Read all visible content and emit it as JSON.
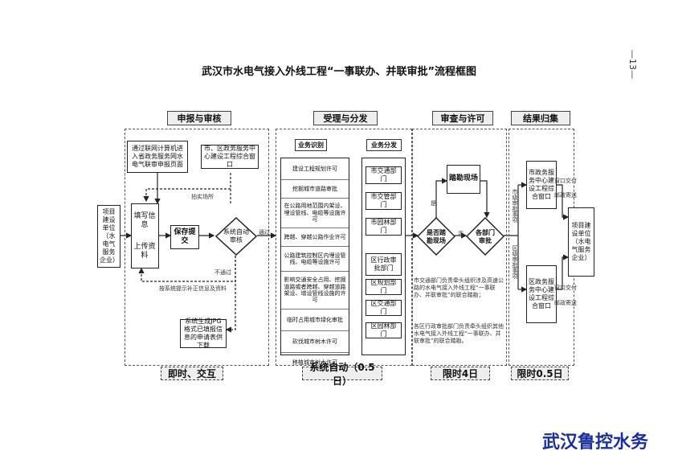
{
  "title": "武汉市水电气接入外线工程“一事联办、并联审批”流程框图",
  "page_number": "—13—",
  "stages": {
    "s1": "申报与审核",
    "s2": "受理与分发",
    "s3": "审查与许可",
    "s4": "结果归集"
  },
  "footers": {
    "f1": "即时、交互",
    "f2": "系统自动（0.5日）",
    "f3": "限时4日",
    "f4": "限时0.5日"
  },
  "nodes": {
    "applicant_left": "项目建设单位（水电气服务企业）",
    "online_entry": "通过联网计算机进入省政务服务网水电气联审申报页面",
    "service_center": "市、区政务服务中心建设工程综合窗口",
    "fill_info": "填写信息",
    "upload": "上传资料",
    "save_submit": "保存提交",
    "auto_review": "系统自动审核",
    "jpg_gen": "系统生成JPG格式已填报信息的申请表供下载",
    "site_survey_q": "是否踏勘现场",
    "site_survey": "踏勘现场",
    "dept_review": "各部门审批",
    "city_window": "市政务服务中心建设工程综合窗口",
    "district_window": "区政务服务中心建设工程综合窗口",
    "applicant_right": "项目建设单位（水电气服务企业）"
  },
  "identify": {
    "head": "业务识别",
    "items": [
      "建设工程规划许可",
      "挖掘城市道路审批",
      "在公路用地范围内架设、埋设管线、电缆等设施许可",
      "跨越、穿越公路作业许可",
      "公路建筑控制区内埋设管线、电缆等设施许可",
      "影响交通安全占用、挖掘道路或者跨越、穿越道路架设、增设管线设施的许可",
      "临时占用城市绿化审批",
      "砍伐城市树木许可",
      "移植城市树木许可"
    ]
  },
  "dispatch": {
    "head": "业务分发",
    "items": [
      "市交通部门",
      "市交管部门",
      "市园林部门",
      "区行政审批部门",
      "区规划部门",
      "区交通部门",
      "区园林部门"
    ]
  },
  "labels": {
    "pass": "通过",
    "fail": "不通过",
    "yes": "是",
    "no": "否",
    "offline_upload": "拍实场所",
    "supplement": "按系统提示补正信息及资料",
    "city_path": "市级审批事项",
    "district_path": "区级审批事项",
    "self_pick_1": "窗口交付",
    "mail_1": "邮政寄送",
    "self_pick_2": "窗口交付",
    "mail_2": "邮政寄送"
  },
  "notes": {
    "n1": "市交通部门负责牵头组织涉及高速公路的水电气接入外线工程“一事联办、并联审批”的联合踏勘；",
    "n2": "各区行政审批部门负责牵头组织其他水电气接入外线工程“一事联办、并联审批”的联合踏勘。"
  },
  "brand": "武汉鲁控水务"
}
